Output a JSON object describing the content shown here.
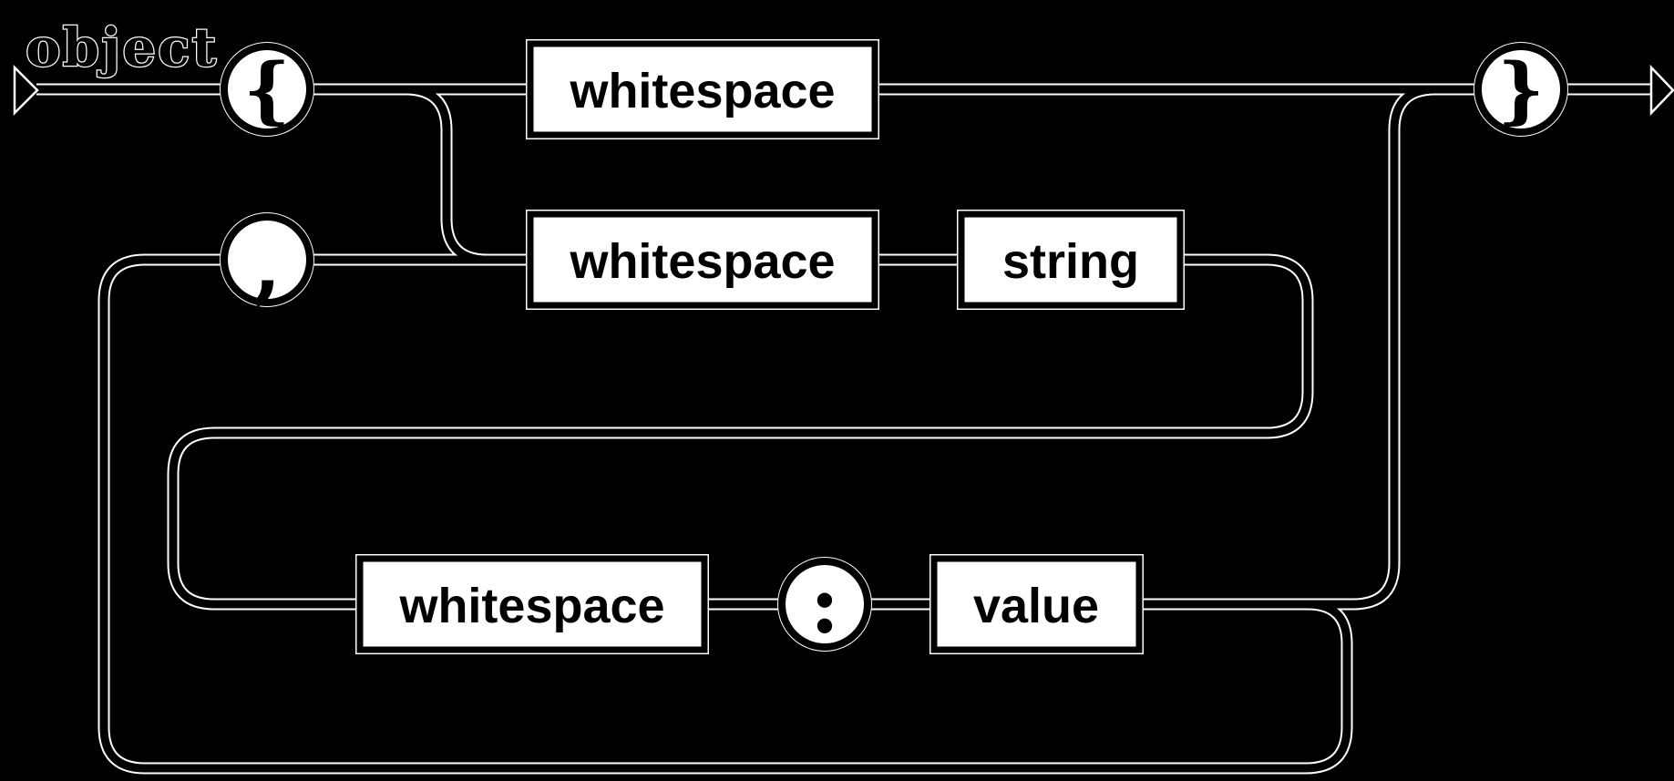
{
  "diagram": {
    "rule_label": "object",
    "terminals": {
      "open_brace": "{",
      "comma": ",",
      "colon": ":",
      "close_brace": "}"
    },
    "nonterminals": {
      "whitespace_top": "whitespace",
      "whitespace_member": "whitespace",
      "string": "string",
      "whitespace_value": "whitespace",
      "value": "value"
    },
    "colors": {
      "background": "#000000",
      "stroke": "#000000",
      "halo": "#ffffff",
      "node_fill": "#ffffff",
      "text": "#000000"
    }
  }
}
